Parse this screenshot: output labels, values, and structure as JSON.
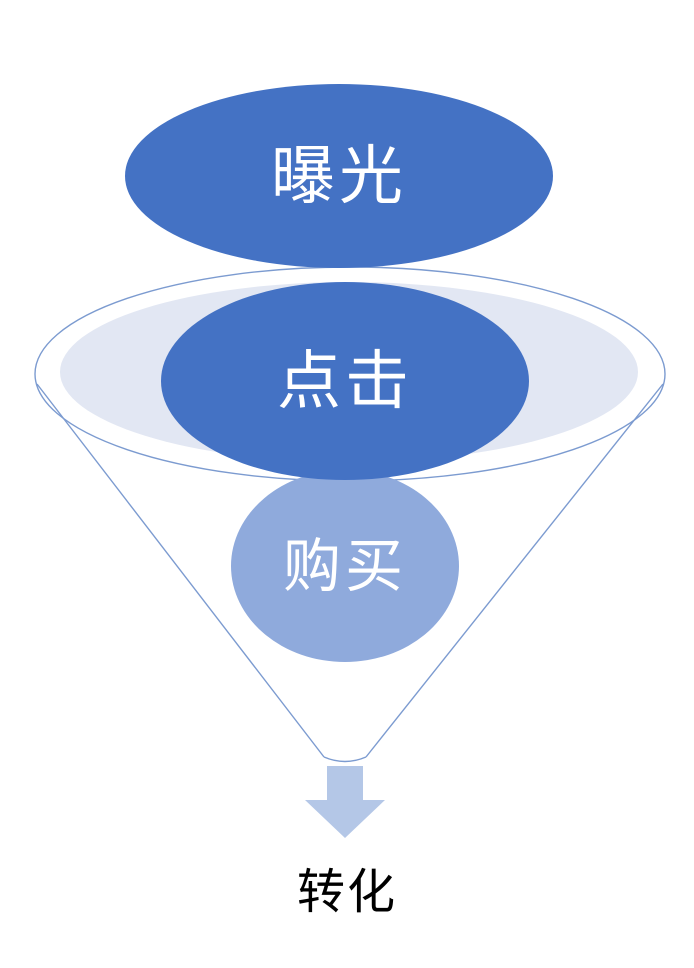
{
  "diagram": {
    "type": "funnel",
    "background": "#FFFFFF",
    "stages": [
      {
        "id": "exposure",
        "label": "曝光",
        "fill": "#4472C4",
        "text_color": "#FFFFFF"
      },
      {
        "id": "click",
        "label": "点击",
        "fill": "#4472C4",
        "text_color": "#FFFFFF"
      },
      {
        "id": "purchase",
        "label": "购买",
        "fill": "#8FAADC",
        "text_color": "#FFFFFF"
      }
    ],
    "outcome_label": "转化",
    "outcome_text_color": "#000000",
    "funnel": {
      "outline_color": "#7C9BD0",
      "bowl_fill": "#FFFFFF",
      "inner_ring_fill": "#E2E7F3",
      "arrow_fill": "#B4C7E7"
    }
  }
}
